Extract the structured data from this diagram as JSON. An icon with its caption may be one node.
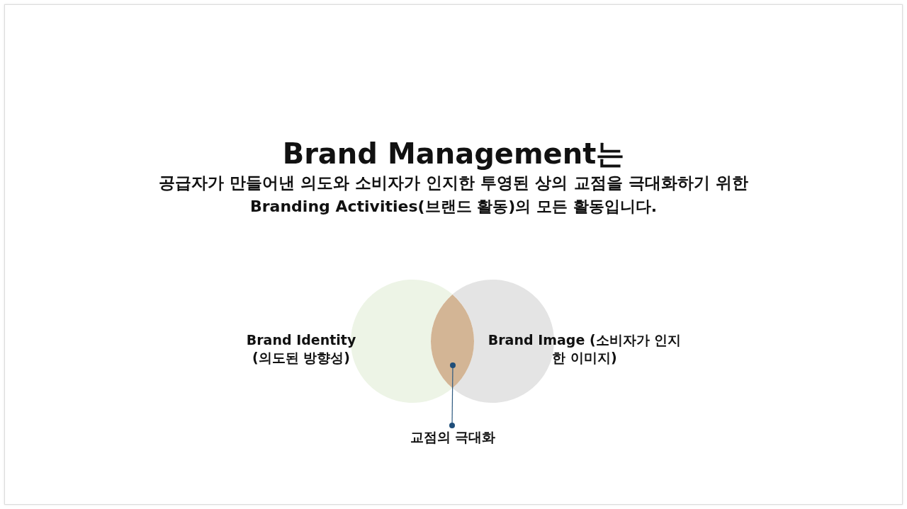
{
  "diagram": {
    "title": "Brand Management는",
    "nodes": [
      {
        "text": [],
        "shape": "circle",
        "beside": [
          "Brand Identity (의도된 방향성)"
        ]
      },
      {
        "text": [],
        "shape": "circle",
        "beside": [
          "Brand Image (소비자가 인지한 이미지)"
        ]
      },
      {
        "text": [],
        "shape": "lens"
      },
      {
        "text": [
          "교점의 극대화"
        ]
      }
    ],
    "edges": [
      {
        "from": 3,
        "to": 2,
        "arrow": "other"
      }
    ],
    "labels": [
      "공급자가 만들어낸 의도와 소비자가 인지한 투영된 상의 교점을 극대화하기 위한",
      "Branding Activities(브랜드 활동)의 모든 활동입니다."
    ]
  }
}
